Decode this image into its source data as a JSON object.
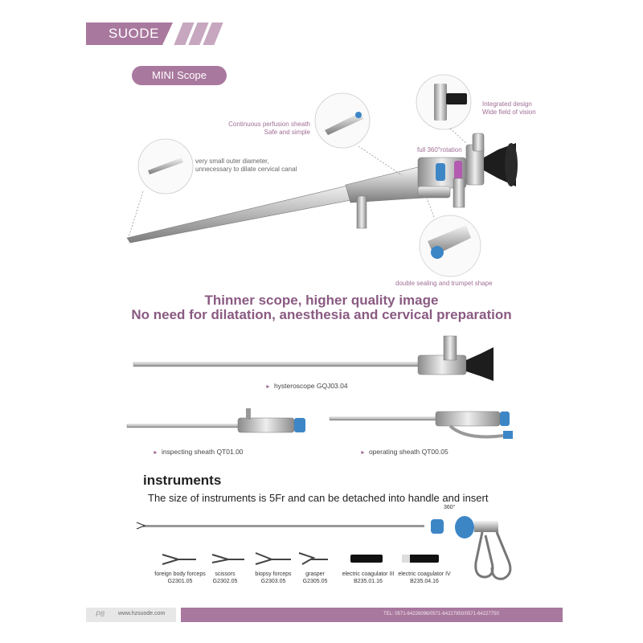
{
  "header": {
    "brand": "SUODE"
  },
  "badge": "MINI Scope",
  "callouts": {
    "integrated_1": "Integrated design",
    "integrated_2": "Wide field of vision",
    "perfusion_1": "Continuous perfusion sheath",
    "perfusion_2": "Safe and simple",
    "rotation": "full 360°rotation",
    "diameter_1": "very small outer diameter,",
    "diameter_2": "unnecessary to dilate cervical canal",
    "sealing": "double sealing and trumpet shape"
  },
  "headline_1": "Thinner scope, higher quality image",
  "headline_2": "No need for dilatation, anesthesia and cervical preparation",
  "products": {
    "hysteroscope": "hysteroscope GQJ03.04",
    "inspecting": "inspecting sheath QT01.00",
    "operating": "operating sheath QT00.05"
  },
  "instruments": {
    "title": "instruments",
    "subtitle": "The size of instruments is 5Fr and can be detached into handle and insert",
    "rotation": "360°",
    "items": [
      {
        "name": "foreign body forceps",
        "code": "G2301.05"
      },
      {
        "name": "scissors",
        "code": "G2302.05"
      },
      {
        "name": "biopsy forceps",
        "code": "G2303.05"
      },
      {
        "name": "grasper",
        "code": "G2305.05"
      },
      {
        "name": "electric coagulator III",
        "code": "B235.01.16"
      },
      {
        "name": "electric coagulator IV",
        "code": "B235.04.16"
      }
    ]
  },
  "footer": {
    "page": "P8",
    "website": "www.hzsuode.com",
    "tel": "TEL: 0571-64226096/0571-64227850/0571-64227750"
  },
  "colors": {
    "accent": "#a9789e",
    "accent_light": "#c6a7bf",
    "headline": "#8a5a82",
    "blue": "#3d86c6"
  }
}
